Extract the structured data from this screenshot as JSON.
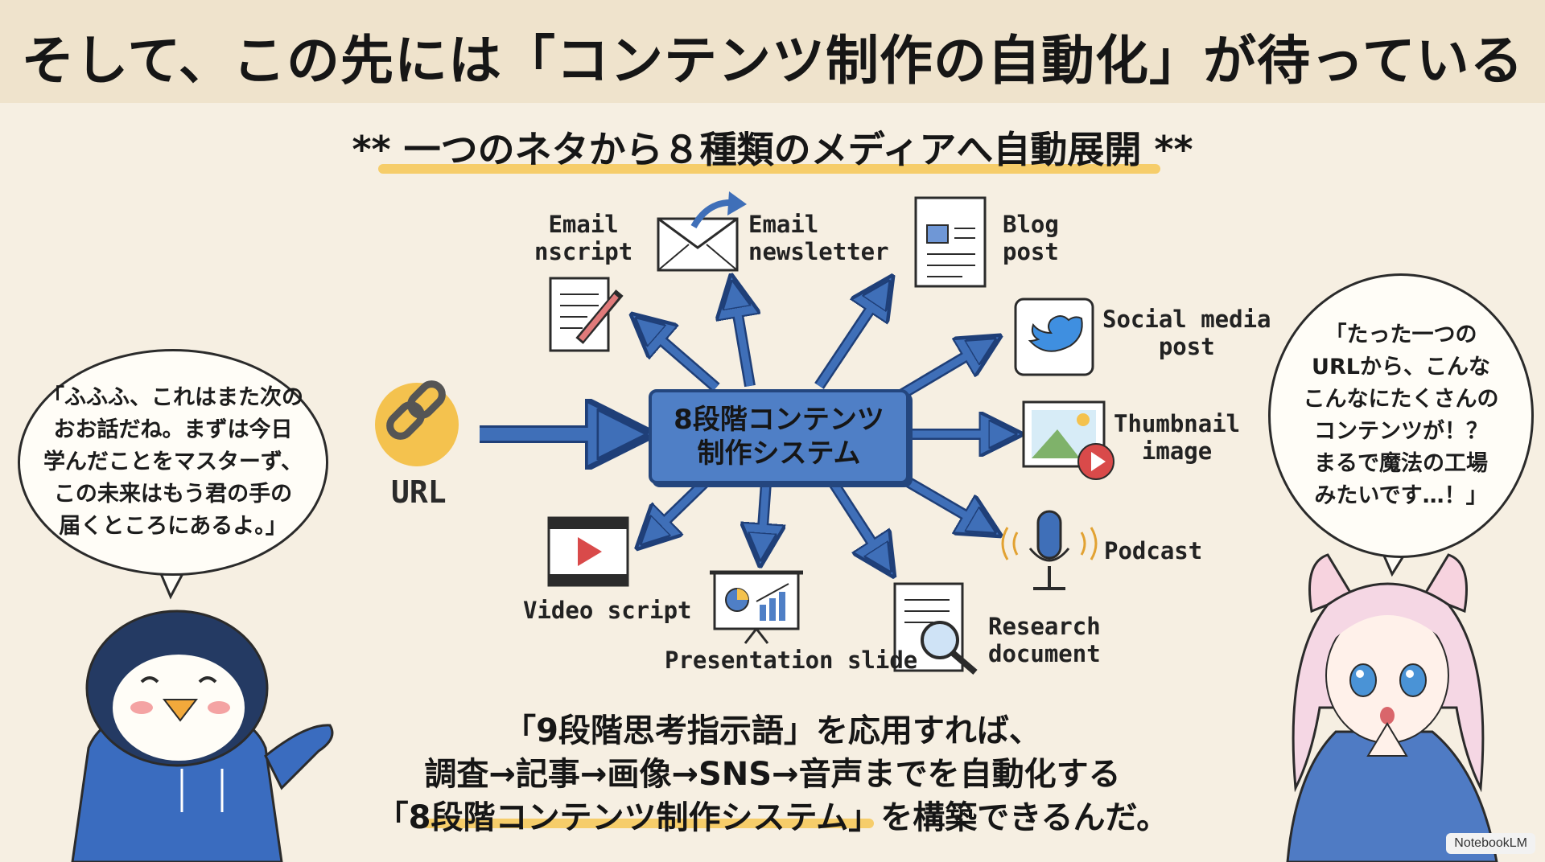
{
  "title": "そして、この先には「コンテンツ制作の自動化」が待っている",
  "subtitle": "** 一つのネタから８種類のメディアへ自動展開 **",
  "hub": {
    "line1": "8段階コンテンツ",
    "line2": "制作システム"
  },
  "source": {
    "label": "URL",
    "icon": "link-icon"
  },
  "outputs": [
    {
      "label": "Email\nnscript",
      "icon": "document-pencil-icon"
    },
    {
      "label": "Email\nnewsletter",
      "icon": "envelope-icon"
    },
    {
      "label": "Blog\npost",
      "icon": "blog-document-icon"
    },
    {
      "label": "Social media\npost",
      "icon": "twitter-bird-icon"
    },
    {
      "label": "Thumbnail\nimage",
      "icon": "image-play-icon"
    },
    {
      "label": "Podcast",
      "icon": "microphone-icon"
    },
    {
      "label": "Research\ndocument",
      "icon": "magnifier-document-icon"
    },
    {
      "label": "Presentation slide",
      "icon": "presentation-board-icon"
    },
    {
      "label": "Video script",
      "icon": "film-strip-icon"
    }
  ],
  "bubble_left": "「ふふふ、これはまた次の\nおお話だね。まずは今日\n学んだことをマスターず、\nこの未来はもう君の手の\n届くところにあるよ。」",
  "bubble_right": "「たった一つの\nURLから、こんな\nこんなにたくさんの\nコンテンツが！？\nまるで魔法の工場\nみたいです…！」",
  "bottom": {
    "line1": "「9段階思考指示語」を応用すれば、",
    "line2": "調査→記事→画像→SNS→音声までを自動化する",
    "line3": "「8段階コンテンツ制作システム」を構築できるんだ。"
  },
  "badge": "NotebookLM",
  "colors": {
    "arrow": "#3f6fb8",
    "hub": "#4f7fc6",
    "highlight": "#f6cd6a",
    "background": "#f6efe2"
  }
}
